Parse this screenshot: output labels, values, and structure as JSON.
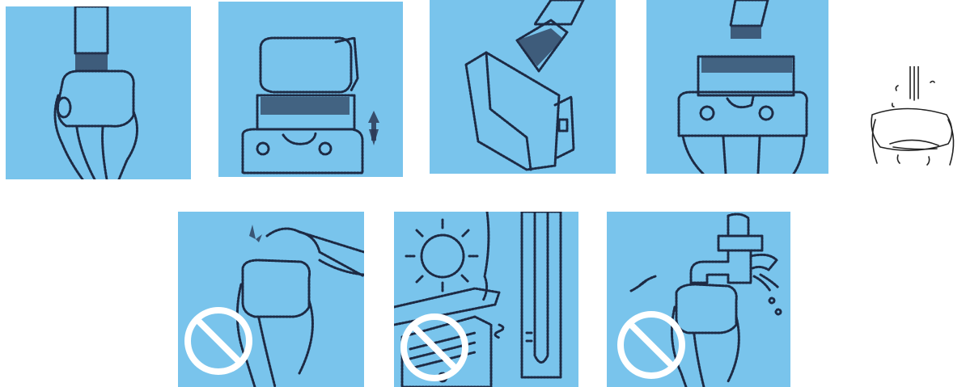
{
  "colors": {
    "panel_background": "#79c4ec",
    "page_background": "#ffffff",
    "prohibition_sign": "#ffffff"
  },
  "panels": [
    {
      "illustration": "brush-cleaning-cutter-block"
    },
    {
      "illustration": "lifting-off-foil-frame"
    },
    {
      "illustration": "brushing-out-foil-frame"
    },
    {
      "illustration": "brushing-cutter-block-top"
    },
    {
      "illustration": "rinsing-foil-under-water"
    },
    {
      "illustration": "pressing-foil-with-finger",
      "prohibited": true
    },
    {
      "illustration": "sun-heater-thermometer",
      "prohibited": true
    },
    {
      "illustration": "shaver-under-tap-splashing",
      "prohibited": true
    }
  ]
}
